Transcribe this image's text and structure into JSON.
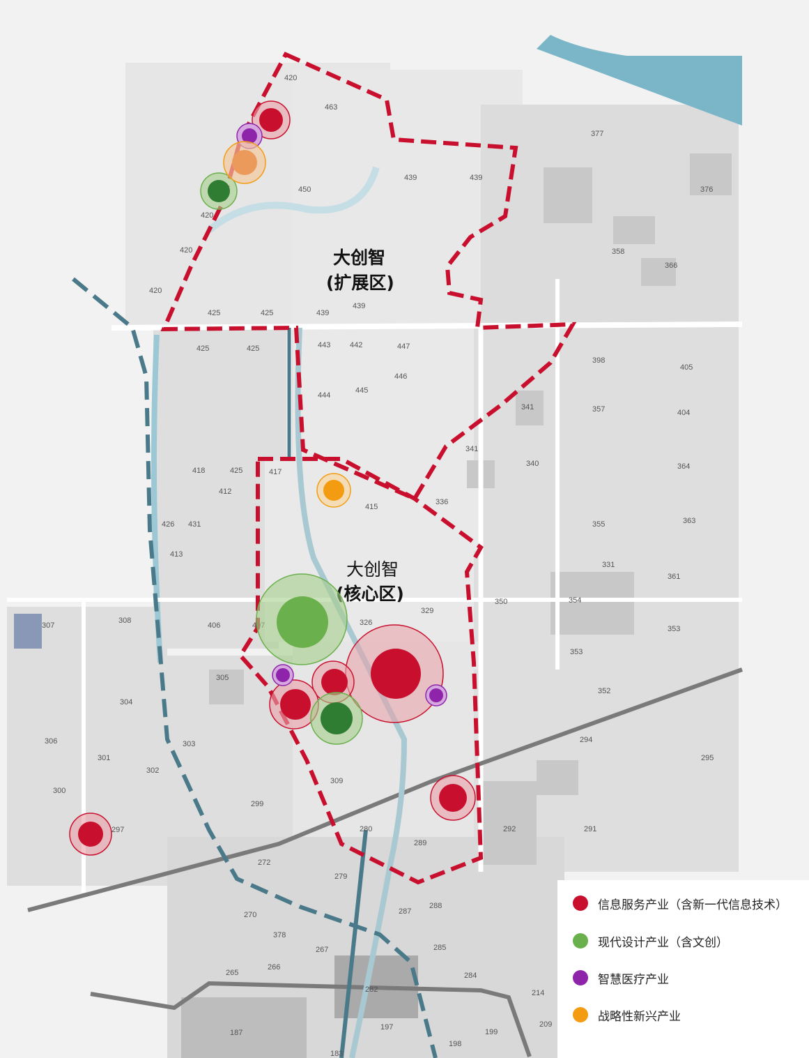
{
  "zones": [
    {
      "name": "大创智",
      "sub": "(扩展区)"
    },
    {
      "name": "大创智",
      "sub": "(核心区)"
    }
  ],
  "legend": [
    {
      "label": "信息服务产业（含新一代信息技术）",
      "color": "#c8102e"
    },
    {
      "label": "现代设计产业（含文创）",
      "color": "#6ab04c"
    },
    {
      "label": "智慧医疗产业",
      "color": "#8e24aa"
    },
    {
      "label": "战略性新兴产业",
      "color": "#f39c12"
    }
  ],
  "colors": {
    "boundary": "#c8102e",
    "rail": "#4a7a8a",
    "river": "#7bb6c8",
    "road": "#ffffff",
    "block": "#e4e4e4",
    "water_dark": "#6aaec2",
    "dark_green": "#2e7d32"
  },
  "plot_labels": [
    "420",
    "463",
    "439",
    "450",
    "377",
    "376",
    "358",
    "366",
    "425",
    "443",
    "442",
    "447",
    "444",
    "445",
    "446",
    "398",
    "405",
    "357",
    "404",
    "341",
    "340",
    "364",
    "418",
    "412",
    "417",
    "415",
    "336",
    "355",
    "363",
    "426",
    "431",
    "413",
    "331",
    "361",
    "350",
    "354",
    "307",
    "308",
    "406",
    "407",
    "326",
    "329",
    "353",
    "305",
    "304",
    "352",
    "306",
    "303",
    "301",
    "302",
    "300",
    "294",
    "295",
    "299",
    "309",
    "292",
    "291",
    "297",
    "272",
    "280",
    "289",
    "279",
    "270",
    "288",
    "378",
    "285",
    "287",
    "284",
    "267",
    "266",
    "265",
    "282",
    "214",
    "187",
    "197",
    "199",
    "209",
    "183",
    "198"
  ]
}
